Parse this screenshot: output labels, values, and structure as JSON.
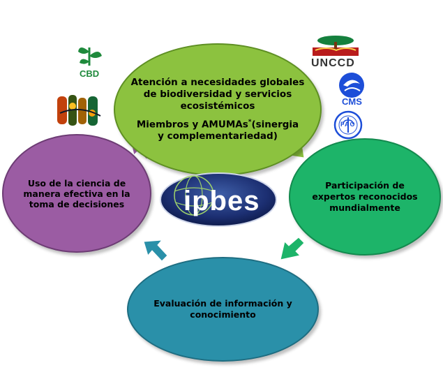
{
  "diagram": {
    "top": {
      "line1": "Atención a necesidades globales",
      "line2": "de biodiversidad y servicios",
      "line3": "ecosistémicos",
      "line4": "Miembros y AMUMAs",
      "line4_sup": "*",
      "line4_tail": "(sinergia",
      "line5": "y complementariedad)"
    },
    "right": {
      "line1": "Participación de",
      "line2": "expertos reconocidos",
      "line3": "mundialmente"
    },
    "bottom": {
      "line1": "Evaluación de información y",
      "line2": "conocimiento"
    },
    "left": {
      "line1": "Uso  de la ciencia de",
      "line2": "manera efectiva en la",
      "line3": "toma de decisiones"
    },
    "center_logo": "ipbes"
  },
  "logos": {
    "cbd": "CBD",
    "unccd": "UNCCD",
    "cms": "CMS",
    "fao": "FAO"
  },
  "colors": {
    "top": "#8cc23f",
    "right": "#1db469",
    "bottom": "#2a90a9",
    "left": "#9b5ca3",
    "arrow_top_right": "#8cc23f",
    "arrow_right_bottom": "#1db469",
    "arrow_bottom_left": "#2a90a9",
    "arrow_left_top": "#9b5ca3"
  }
}
